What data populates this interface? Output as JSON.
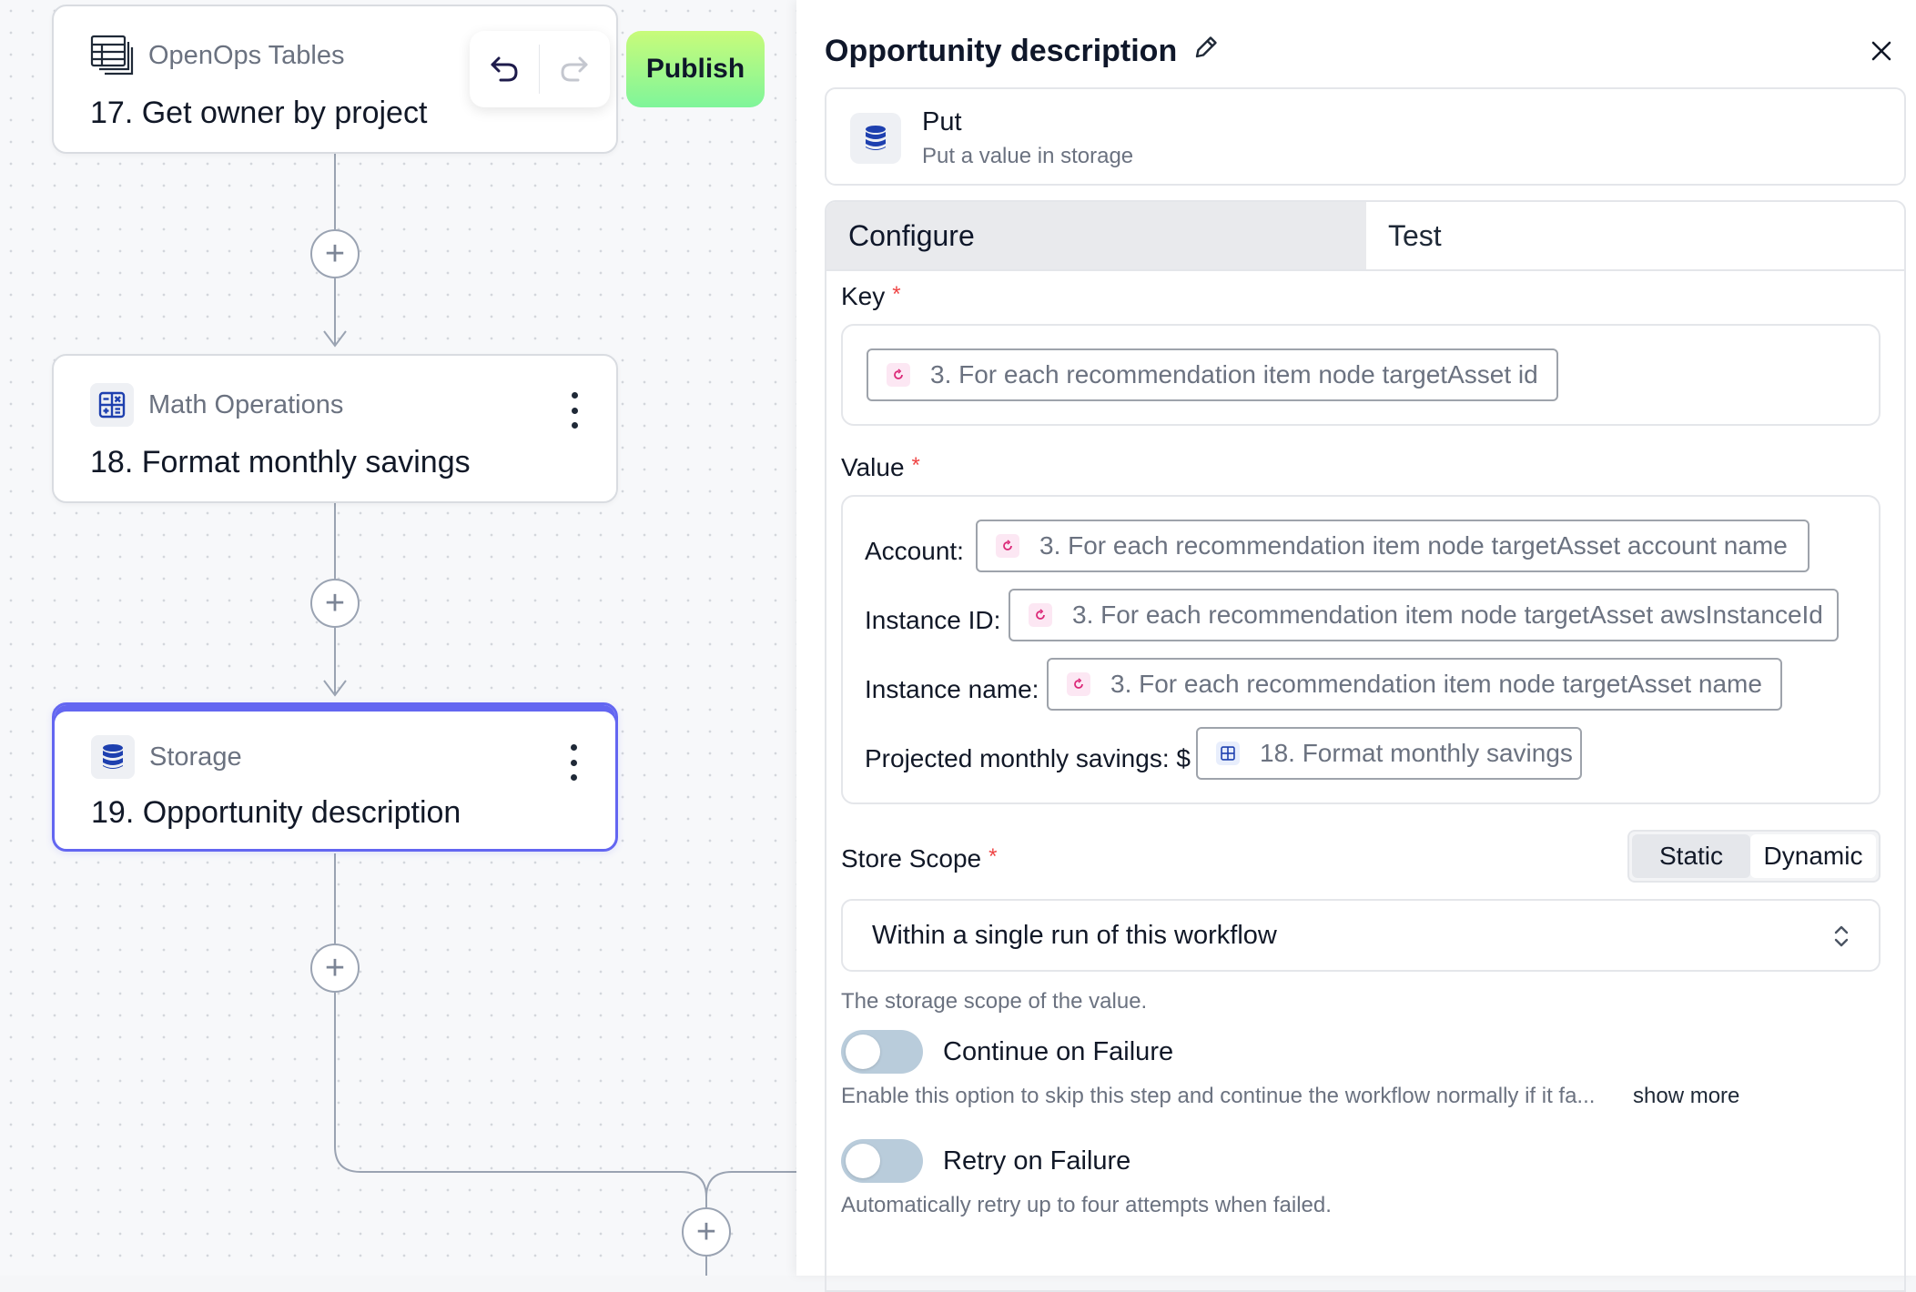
{
  "toolbar": {
    "publish_label": "Publish"
  },
  "nodes": [
    {
      "app": "OpenOps Tables",
      "title": "17. Get owner by project"
    },
    {
      "app": "Math Operations",
      "title": "18. Format monthly savings"
    },
    {
      "app": "Storage",
      "title": "19. Opportunity description"
    }
  ],
  "panel": {
    "title": "Opportunity description",
    "action": {
      "name": "Put",
      "description": "Put a value in storage"
    },
    "tabs": [
      {
        "label": "Configure",
        "active": true
      },
      {
        "label": "Test",
        "active": false
      }
    ],
    "key": {
      "label": "Key",
      "required_mark": "*",
      "chip": "3. For each recommendation item node targetAsset id"
    },
    "value": {
      "label": "Value",
      "required_mark": "*",
      "rows": [
        {
          "label": "Account:",
          "chip": "3. For each recommendation item node targetAsset account name"
        },
        {
          "label": "Instance ID:",
          "chip": "3. For each recommendation item node targetAsset awsInstanceId"
        },
        {
          "label": "Instance name:",
          "chip": "3. For each recommendation item node targetAsset name"
        },
        {
          "label": "Projected monthly savings: $",
          "chip": "18. Format monthly savings"
        }
      ]
    },
    "store_scope": {
      "label": "Store Scope",
      "required_mark": "*",
      "modes": [
        "Static",
        "Dynamic"
      ],
      "selected_mode": "Static",
      "selected_value": "Within a single run of this workflow",
      "help": "The storage scope of the value."
    },
    "continue_on_failure": {
      "label": "Continue on Failure",
      "enabled": false,
      "help": "Enable this option to skip this step and continue the workflow normally if it fa...",
      "show_more": "show more"
    },
    "retry_on_failure": {
      "label": "Retry on Failure",
      "enabled": false,
      "help": "Automatically retry up to four attempts when failed."
    }
  },
  "colors": {
    "accent": "#6366f1",
    "publish_gradient_start": "#c8fb7a",
    "publish_gradient_end": "#7ff59a",
    "required": "#ef4444",
    "toggle_off": "#b9ccdb",
    "storage_icon": "#1e40af"
  },
  "icons": {
    "tables": "table-stack-icon",
    "math": "calculator-icon",
    "storage": "database-icon",
    "undo": "undo-icon",
    "redo": "redo-icon",
    "pencil": "pencil-icon",
    "close": "close-icon",
    "loop": "loop-icon",
    "chevron": "chevron-up-down-icon"
  }
}
